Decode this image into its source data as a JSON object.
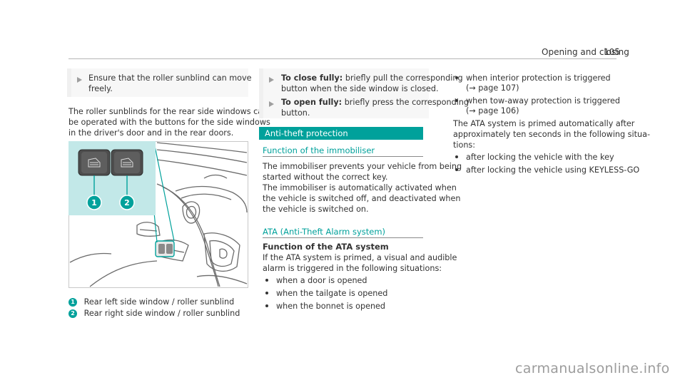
{
  "header": {
    "section": "Opening and closing",
    "page_number": "105"
  },
  "left_column": {
    "note": {
      "line1": "Ensure that the roller sunblind can move",
      "line2": "freely."
    },
    "intro": [
      "The roller sunblinds for the rear side windows can",
      "be operated with the buttons for the side windows",
      "in the driver's door and in the rear doors."
    ],
    "callouts": [
      {
        "num": "1",
        "text": "Rear left side window / roller sunblind"
      },
      {
        "num": "2",
        "text": "Rear right side window / roller sunblind"
      }
    ]
  },
  "middle_column": {
    "steps": [
      {
        "label": "To close fully:",
        "line1": " briefly pull the corresponding",
        "line2": "button when the side window is closed."
      },
      {
        "label": "To open fully:",
        "line1": " briefly press the corresponding",
        "line2": "button."
      }
    ],
    "section_title": "Anti-theft protection",
    "immobiliser": {
      "heading": "Function of the immobiliser",
      "lines": [
        "The immobiliser prevents your vehicle from being",
        "started without the correct key.",
        "The immobiliser is automatically activated when",
        "the vehicle is switched off, and deactivated when",
        "the vehicle is switched on."
      ]
    },
    "ata": {
      "heading": "ATA (Anti-Theft Alarm system)",
      "subheading": "Function of the ATA system",
      "lines": [
        "If the ATA system is primed, a visual and audible",
        "alarm is triggered in the following situations:"
      ],
      "bullets": [
        "when a door is opened",
        "when the tailgate is opened",
        "when the bonnet is opened"
      ]
    }
  },
  "right_column": {
    "bullets": [
      {
        "line1": "when interior protection is triggered",
        "line2": "(→ page 107)"
      },
      {
        "line1": "when tow-away protection is triggered",
        "line2": "(→ page 106)"
      }
    ],
    "para": [
      "The ATA system is primed automatically after",
      "approximately ten seconds in the following situa-",
      "tions:"
    ],
    "bullets2": [
      "after locking the vehicle with the key",
      "after locking the vehicle using KEYLESS-GO"
    ]
  },
  "figure": {
    "badge1": "1",
    "badge2": "2"
  },
  "watermark": "carmanualsonline.info",
  "colors": {
    "accent": "#00a19b",
    "inset_bg": "#c2e8e8"
  }
}
